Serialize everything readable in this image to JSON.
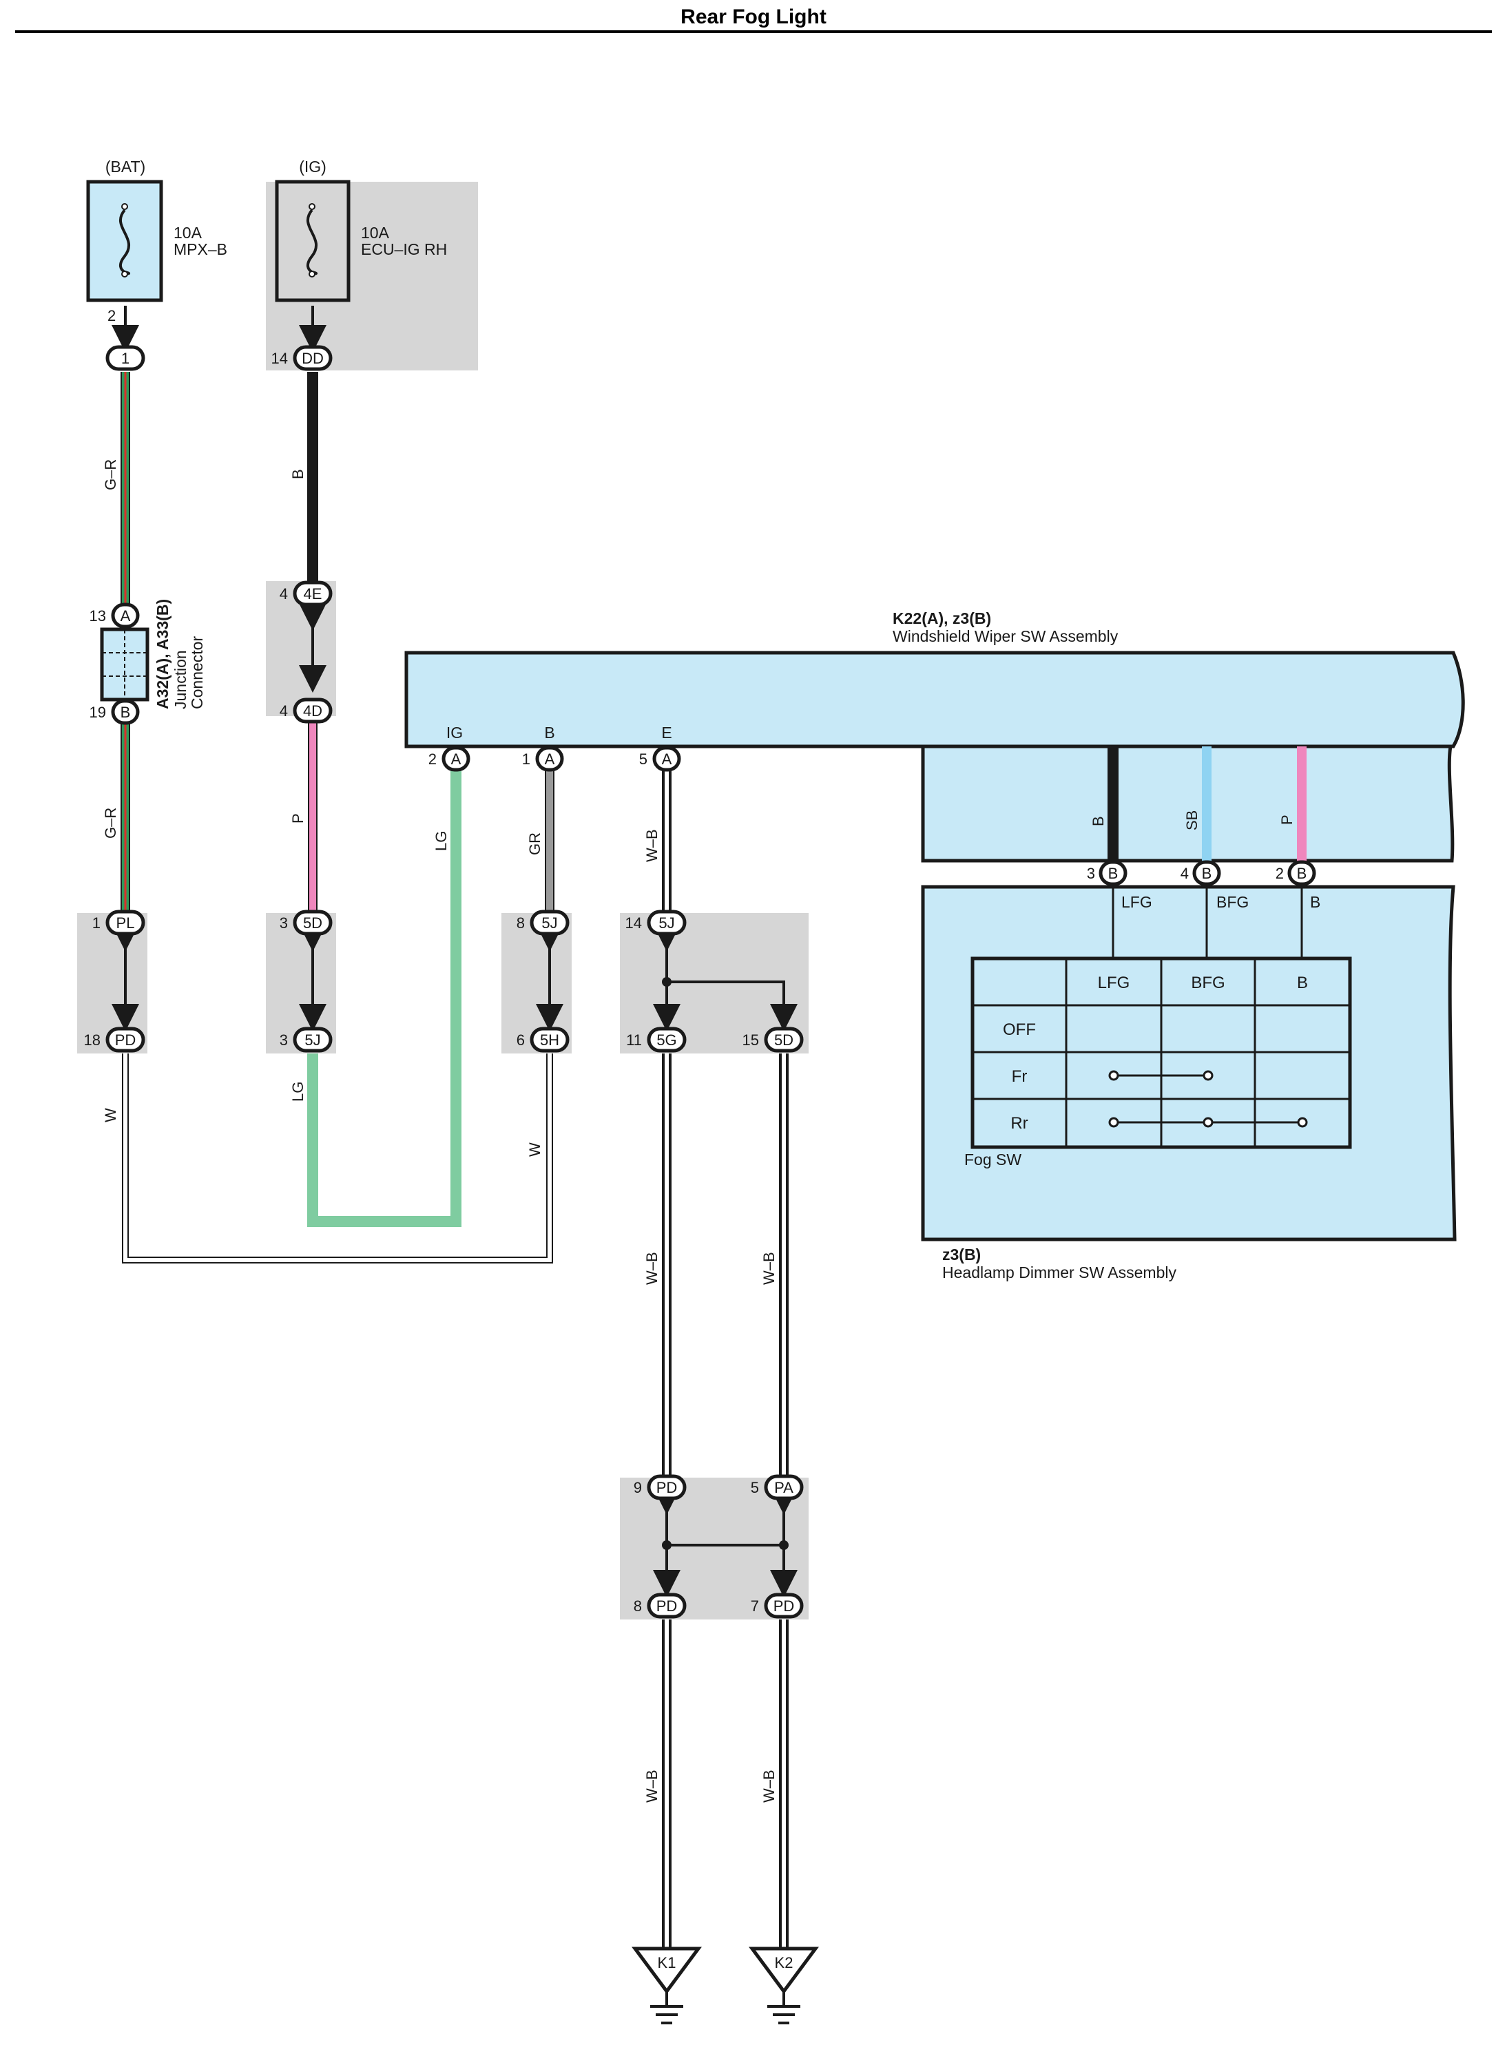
{
  "title": "Rear Fog Light",
  "colors": {
    "component_fill": "#c8e9f7",
    "shade_fill": "#d6d6d6",
    "wire_G": "#2e9a5a",
    "wire_R": "#d9312b",
    "wire_B": "#1a1a1a",
    "wire_P": "#ef87bd",
    "wire_LG": "#7fcca0",
    "wire_GR": "#9a9a9a",
    "wire_SB": "#8fd3f2",
    "wire_W": "#ffffff"
  },
  "power": {
    "bat": {
      "source": "(BAT)",
      "amp": "10A",
      "name": "MPX–B",
      "pin": "2"
    },
    "ig": {
      "source": "(IG)",
      "amp": "10A",
      "name": "ECU–IG RH"
    }
  },
  "junction": {
    "id": "A32(A), A33(B)",
    "name1": "Junction",
    "name2": "Connector"
  },
  "wiper_sw": {
    "id": "K22(A), z3(B)",
    "name": "Windshield Wiper SW Assembly"
  },
  "dimmer_sw": {
    "id": "z3(B)",
    "name": "Headlamp Dimmer SW Assembly"
  },
  "terminals": {
    "ig": "IG",
    "b": "B",
    "e": "E",
    "pin_ig": "2",
    "pin_b": "1",
    "pin_e": "5",
    "conn_a": "A",
    "lfg": "LFG",
    "bfg": "BFG",
    "bterm": "B",
    "pin_lfg": "3",
    "pin_bfg": "4",
    "pin_bb": "2",
    "conn_b": "B"
  },
  "wires": {
    "gr": "G–R",
    "b": "B",
    "p": "P",
    "lg": "LG",
    "gray": "GR",
    "wb": "W–B",
    "w": "W",
    "sb": "SB"
  },
  "connectors": {
    "c1": {
      "pin": "",
      "code": "1"
    },
    "dd": {
      "pin": "14",
      "code": "DD"
    },
    "ja": {
      "pin": "13",
      "code": "A"
    },
    "jb": {
      "pin": "19",
      "code": "B"
    },
    "e4e": {
      "pin": "4",
      "code": "4E"
    },
    "e4d": {
      "pin": "4",
      "code": "4D"
    },
    "pl": {
      "pin": "1",
      "code": "PL"
    },
    "pd18": {
      "pin": "18",
      "code": "PD"
    },
    "d5d": {
      "pin": "3",
      "code": "5D"
    },
    "d5j": {
      "pin": "3",
      "code": "5J"
    },
    "j5j8": {
      "pin": "8",
      "code": "5J"
    },
    "h5h": {
      "pin": "6",
      "code": "5H"
    },
    "j5j14": {
      "pin": "14",
      "code": "5J"
    },
    "g5g": {
      "pin": "11",
      "code": "5G"
    },
    "d5d15": {
      "pin": "15",
      "code": "5D"
    },
    "pd9": {
      "pin": "9",
      "code": "PD"
    },
    "pa5": {
      "pin": "5",
      "code": "PA"
    },
    "pd8": {
      "pin": "8",
      "code": "PD"
    },
    "pd7": {
      "pin": "7",
      "code": "PD"
    }
  },
  "fog_table": {
    "caption": "Fog SW",
    "headers": [
      "",
      "LFG",
      "BFG",
      "B"
    ],
    "rows": [
      "OFF",
      "Fr",
      "Rr"
    ]
  },
  "grounds": {
    "k1": "K1",
    "k2": "K2"
  }
}
